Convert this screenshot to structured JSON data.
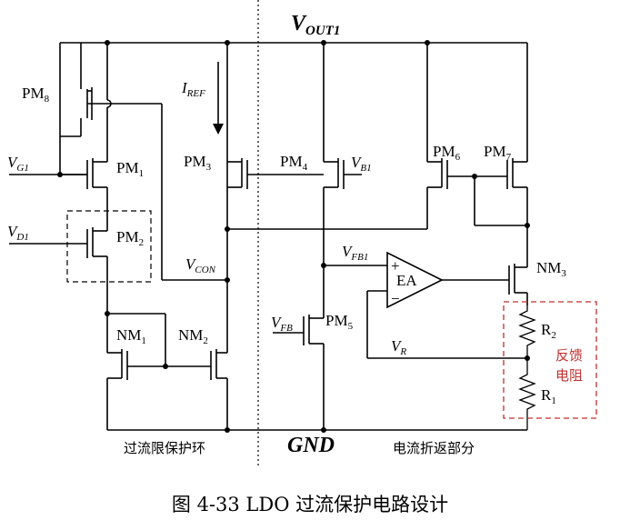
{
  "caption": "图 4-33 LDO 过流保护电路设计",
  "rails": {
    "vout": "V",
    "vout_sub": "OUT1",
    "gnd": "GND"
  },
  "sections": {
    "left": "过流限保护环",
    "right": "电流折返部分"
  },
  "feedback_label_line1": "反馈",
  "feedback_label_line2": "电阻",
  "amp": {
    "label": "EA",
    "plus": "+",
    "minus": "−"
  },
  "transistors": {
    "pm8": {
      "main": "PM",
      "sub": "8"
    },
    "pm1": {
      "main": "PM",
      "sub": "1"
    },
    "pm2": {
      "main": "PM",
      "sub": "2"
    },
    "pm3": {
      "main": "PM",
      "sub": "3"
    },
    "pm4": {
      "main": "PM",
      "sub": "4"
    },
    "pm5": {
      "main": "PM",
      "sub": "5"
    },
    "pm6": {
      "main": "PM",
      "sub": "6"
    },
    "pm7": {
      "main": "PM",
      "sub": "7"
    },
    "nm1": {
      "main": "NM",
      "sub": "1"
    },
    "nm2": {
      "main": "NM",
      "sub": "2"
    },
    "nm3": {
      "main": "NM",
      "sub": "3"
    }
  },
  "resistors": {
    "r2": {
      "main": "R",
      "sub": "2"
    },
    "r1": {
      "main": "R",
      "sub": "1"
    }
  },
  "signals": {
    "vg1": {
      "main": "V",
      "sub": "G1"
    },
    "vd1": {
      "main": "V",
      "sub": "D1"
    },
    "iref": {
      "main": "I",
      "sub": "REF"
    },
    "vcon": {
      "main": "V",
      "sub": "CON"
    },
    "vb1": {
      "main": "V",
      "sub": "B1"
    },
    "vfb1": {
      "main": "V",
      "sub": "FB1"
    },
    "vfb": {
      "main": "V",
      "sub": "FB"
    },
    "vr": {
      "main": "V",
      "sub": "R"
    }
  }
}
